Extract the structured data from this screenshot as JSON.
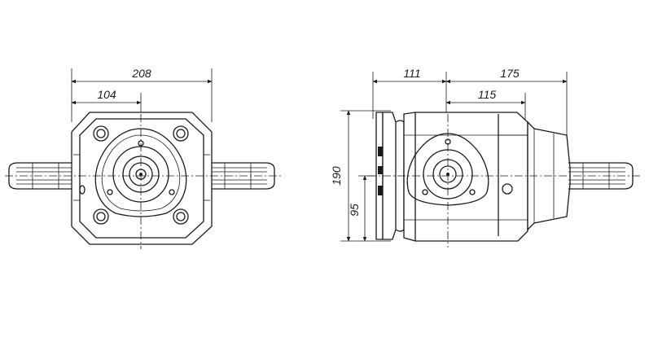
{
  "dimensions": {
    "front_overall_width": "208",
    "front_half_width": "104",
    "side_depth_rear": "111",
    "side_depth_front": "175",
    "side_flange_to_shaft": "115",
    "side_overall_height": "190",
    "side_axis_height": "95"
  },
  "colors": {
    "line": "#1a1a1a",
    "background": "#ffffff"
  }
}
